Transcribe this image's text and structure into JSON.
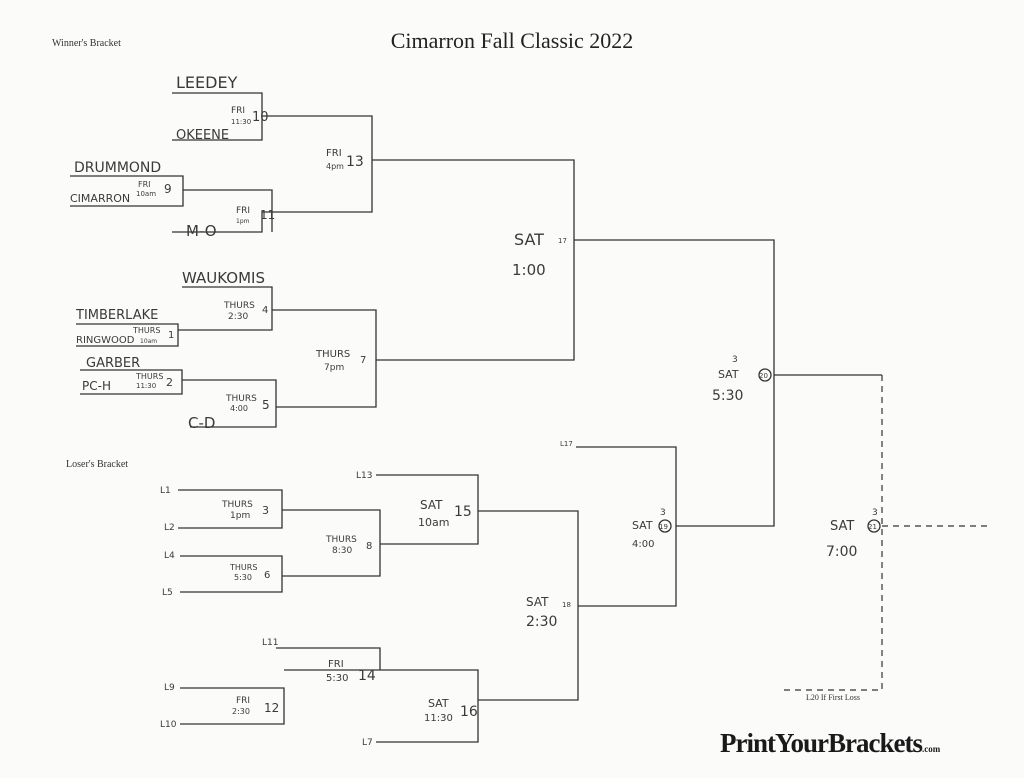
{
  "header": {
    "title": "Cimarron Fall Classic 2022",
    "winners_label": "Winner's Bracket",
    "losers_label": "Loser's Bracket",
    "l20_label": "L20 If First Loss"
  },
  "logo": {
    "main": "PrintYourBrackets",
    "suffix": ".com"
  },
  "teams": {
    "leedey": "LEEDEY",
    "okeene": "OKEENE",
    "drummond": "DRUMMOND",
    "cimarron": "CIMARRON",
    "m_o": "M-O",
    "waukomis": "WAUKOMIS",
    "timberlake": "TIMBERLAKE",
    "ringwood": "RINGWOOD",
    "garber": "GARBER",
    "pc_h": "PC-H",
    "c_d": "C-D"
  },
  "games": {
    "g10": {
      "day": "FRI",
      "time": "11:30",
      "num": "10"
    },
    "g9": {
      "day": "FRI",
      "time": "10am",
      "num": "9"
    },
    "g11": {
      "day": "FRI",
      "time": "1pm",
      "num": "11"
    },
    "g13": {
      "day": "FRI",
      "time": "4pm",
      "num": "13"
    },
    "g4": {
      "day": "THURS",
      "time": "2:30",
      "num": "4"
    },
    "g1": {
      "day": "THURS",
      "time": "10am",
      "num": "1"
    },
    "g2": {
      "day": "THURS",
      "time": "11:30",
      "num": "2"
    },
    "g5": {
      "day": "THURS",
      "time": "4:00",
      "num": "5"
    },
    "g7": {
      "day": "THURS",
      "time": "7pm",
      "num": "7"
    },
    "g17": {
      "day": "SAT",
      "time": "1:00",
      "num": "17"
    },
    "g20": {
      "day": "SAT",
      "time": "5:30",
      "num": "20",
      "field": "3"
    },
    "g3": {
      "day": "THURS",
      "time": "1pm",
      "num": "3"
    },
    "g6": {
      "day": "THURS",
      "time": "5:30",
      "num": "6"
    },
    "g8": {
      "day": "THURS",
      "time": "8:30",
      "num": "8"
    },
    "g15": {
      "day": "SAT",
      "time": "10am",
      "num": "15"
    },
    "g12": {
      "day": "FRI",
      "time": "2:30",
      "num": "12"
    },
    "g14": {
      "day": "FRI",
      "time": "5:30",
      "num": "14"
    },
    "g16": {
      "day": "SAT",
      "time": "11:30",
      "num": "16"
    },
    "g18": {
      "day": "SAT",
      "time": "2:30",
      "num": "18"
    },
    "g19": {
      "day": "SAT",
      "time": "4:00",
      "num": "19",
      "field": "3"
    },
    "g21": {
      "day": "SAT",
      "time": "7:00",
      "num": "21",
      "field": "3"
    }
  },
  "losers": {
    "l1": "L1",
    "l2": "L2",
    "l4": "L4",
    "l5": "L5",
    "l13": "L13",
    "l11": "L11",
    "l9": "L9",
    "l10": "L10",
    "l7": "L7",
    "l17": "L17"
  }
}
